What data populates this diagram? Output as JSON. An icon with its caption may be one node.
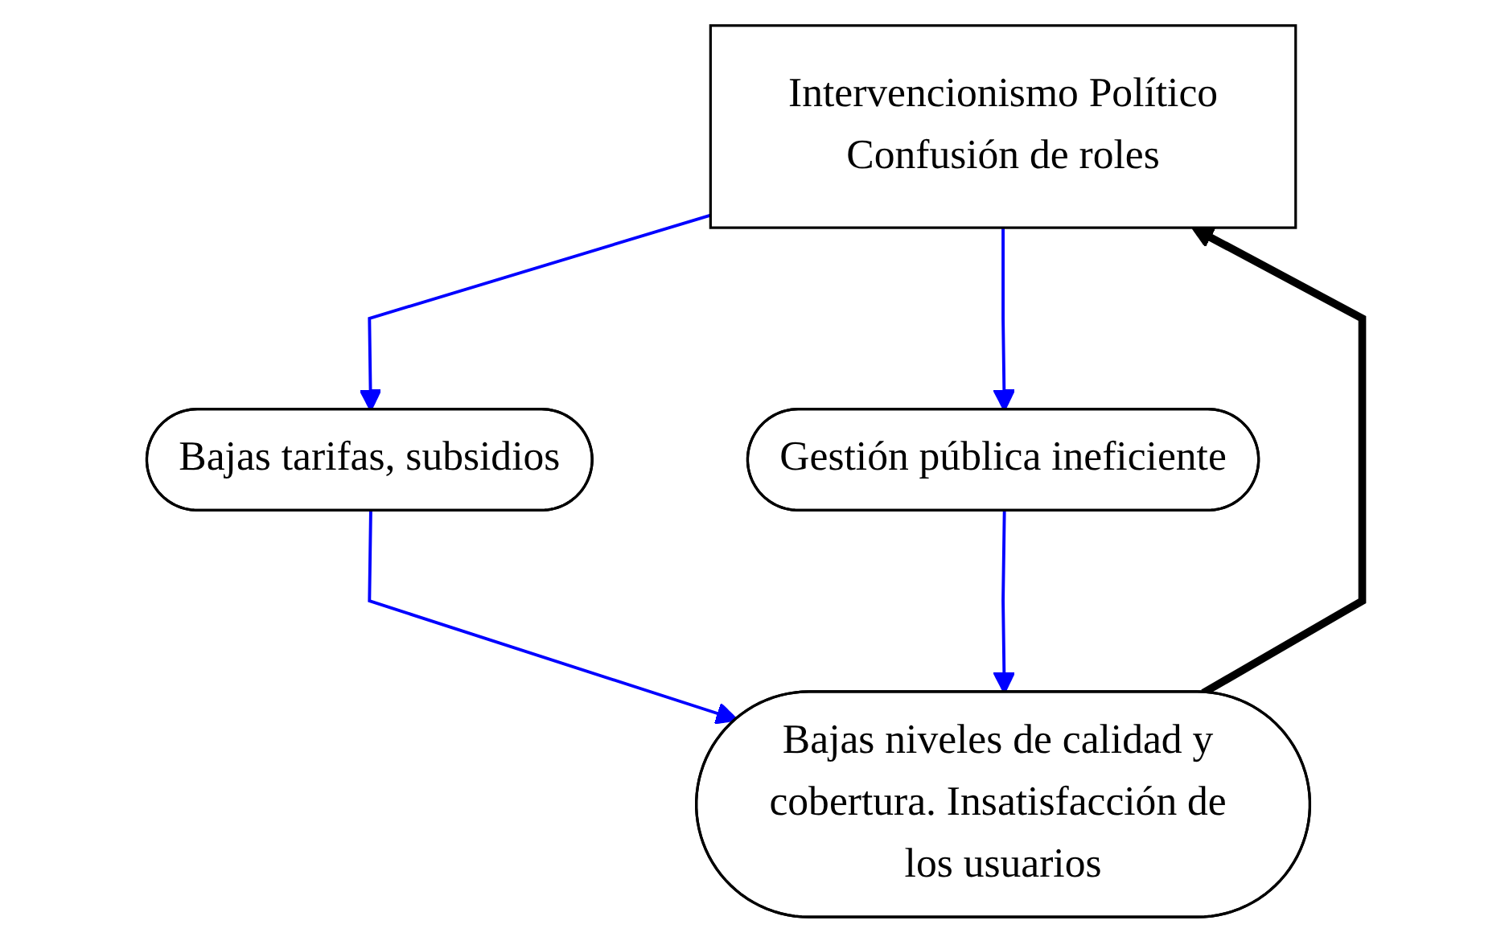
{
  "diagram": {
    "nodes": [
      {
        "text": [
          "Intervencionismo Político",
          "Confusión de roles"
        ]
      },
      {
        "text": [
          "Bajas tarifas, subsidios"
        ]
      },
      {
        "text": [
          "Gestión pública ineficiente"
        ]
      },
      {
        "text": [
          "Bajas niveles de calidad y cobertura. Insatisfacción de los usuarios"
        ]
      }
    ],
    "edges": [
      {
        "from": 0,
        "to": 1,
        "arrow": "to"
      },
      {
        "from": 0,
        "to": 2,
        "arrow": "to"
      },
      {
        "from": 1,
        "to": 3,
        "arrow": "to"
      },
      {
        "from": 2,
        "to": 3,
        "arrow": "to"
      },
      {
        "from": 3,
        "to": 0,
        "arrow": "to",
        "style": "thick",
        "color": "#000000"
      }
    ]
  }
}
